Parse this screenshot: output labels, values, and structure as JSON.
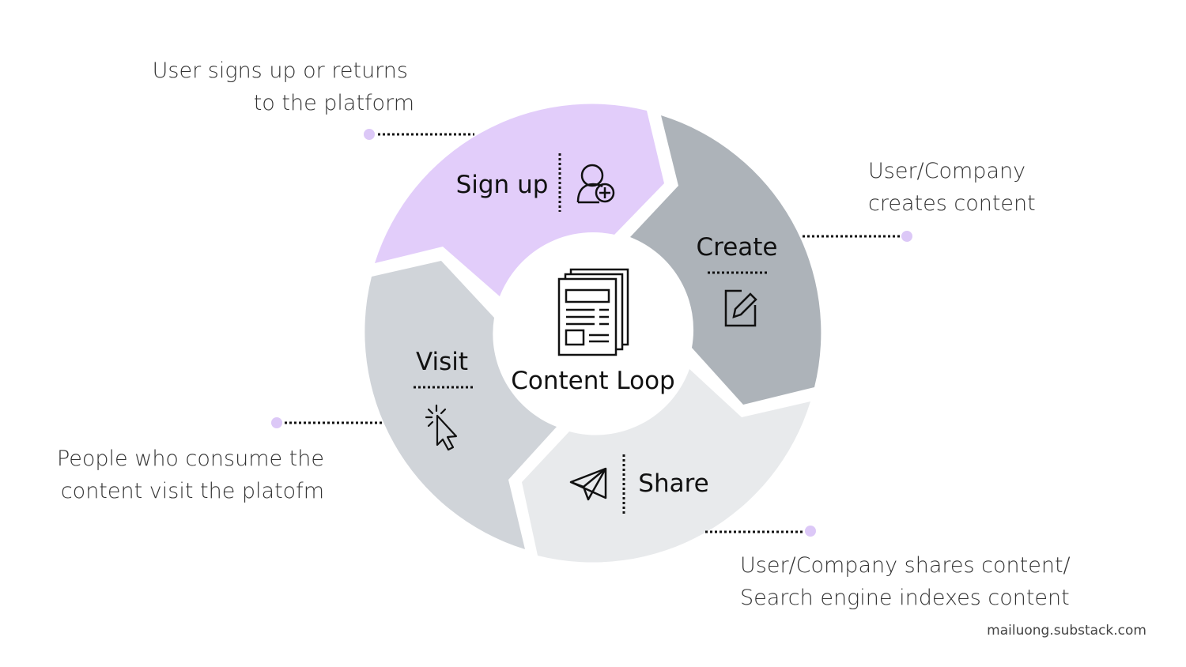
{
  "diagram": {
    "center_label": "Content Loop",
    "segments": {
      "signup": {
        "label": "Sign up",
        "icon": "user-add-icon",
        "color": "#e2cdfa"
      },
      "create": {
        "label": "Create",
        "icon": "edit-icon",
        "color": "#adb3b9"
      },
      "share": {
        "label": "Share",
        "icon": "paper-plane-icon",
        "color": "#e8eaec"
      },
      "visit": {
        "label": "Visit",
        "icon": "cursor-click-icon",
        "color": "#d0d4d9"
      }
    },
    "annotations": {
      "signup": {
        "line1": "User signs up or returns",
        "line2": "to the platform"
      },
      "create": {
        "line1": "User/Company",
        "line2": "creates content"
      },
      "share": {
        "line1": "User/Company shares content/",
        "line2": "Search engine indexes content"
      },
      "visit": {
        "line1": "People who consume the",
        "line2": "content visit the platofm"
      }
    },
    "credit": "mailuong.substack.com",
    "dot_color": "#dcc8f7"
  }
}
